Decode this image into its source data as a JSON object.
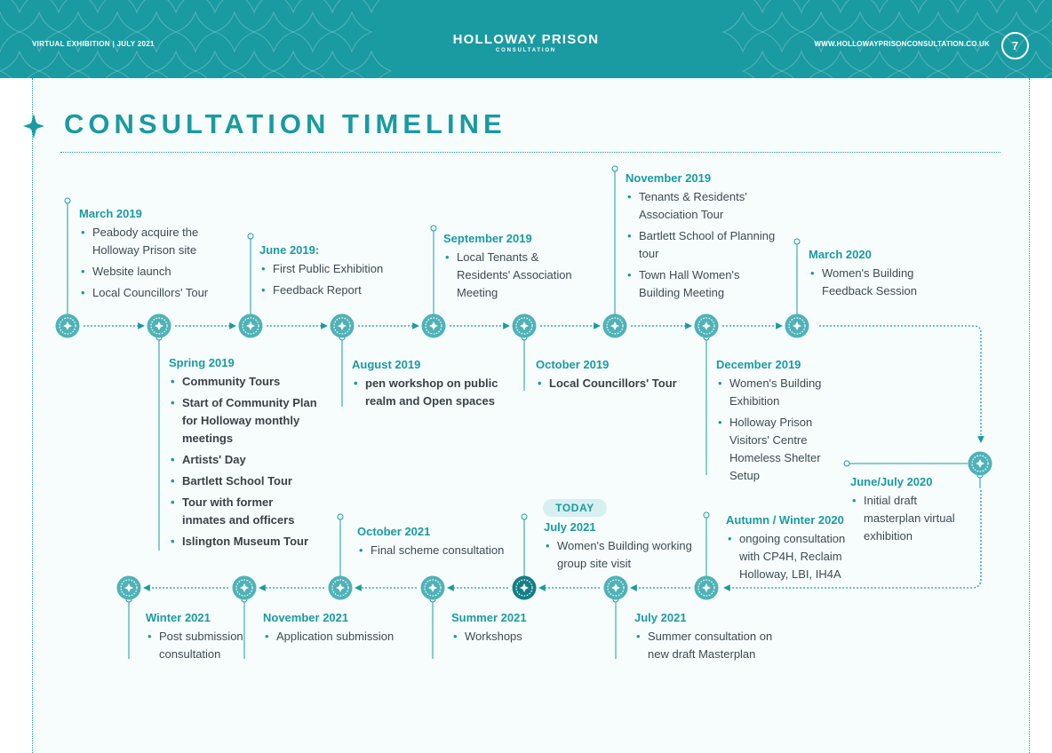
{
  "header": {
    "left": "VIRTUAL EXHIBITION  |  JULY 2021",
    "title": "HOLLOWAY PRISON",
    "subtitle": "CONSULTATION",
    "url": "WWW.HOLLOWAYPRISONCONSULTATION.CO.UK",
    "page_number": "7"
  },
  "page_title": "CONSULTATION TIMELINE",
  "today_label": "TODAY",
  "colors": {
    "accent": "#1a9aa1",
    "today_badge": "#d7eff0",
    "text": "#3d4a52"
  },
  "events": {
    "march2019": {
      "date": "March 2019",
      "items": [
        "Peabody acquire the Holloway Prison site",
        "Website launch",
        "Local Councillors' Tour"
      ]
    },
    "spring2019": {
      "date": "Spring 2019",
      "items": [
        "Community Tours",
        "Start of Community Plan for Holloway monthly meetings",
        "Artists' Day",
        "Bartlett School Tour",
        "Tour with former inmates and officers",
        "Islington Museum Tour"
      ]
    },
    "june2019": {
      "date": "June 2019:",
      "items": [
        "First Public Exhibition",
        "Feedback Report"
      ]
    },
    "august2019": {
      "date": "August 2019",
      "items": [
        "pen workshop on public realm and Open spaces"
      ]
    },
    "september2019": {
      "date": "September 2019",
      "items": [
        "Local Tenants & Residents' Association Meeting"
      ]
    },
    "october2019": {
      "date": "October 2019",
      "items": [
        "Local Councillors' Tour"
      ]
    },
    "november2019": {
      "date": "November 2019",
      "items": [
        "Tenants & Residents' Association Tour",
        "Bartlett School of Planning tour",
        "Town Hall Women's Building Meeting"
      ]
    },
    "december2019": {
      "date": "December 2019",
      "items": [
        "Women's Building Exhibition",
        "Holloway Prison Visitors' Centre Homeless Shelter Setup"
      ]
    },
    "march2020": {
      "date": "March 2020",
      "items": [
        "Women's Building Feedback Session"
      ]
    },
    "junejuly2020": {
      "date": "June/July 2020",
      "items": [
        "Initial draft masterplan virtual exhibition"
      ]
    },
    "autumn2020": {
      "date": "Autumn / Winter 2020",
      "items": [
        "ongoing consultation with CP4H, Reclaim Holloway, LBI, IH4A"
      ]
    },
    "july2021a": {
      "date": "July 2021",
      "items": [
        "Summer consultation on new draft Masterplan"
      ]
    },
    "july2021b": {
      "date": "July 2021",
      "items": [
        "Women's Building working group site visit"
      ]
    },
    "summer2021": {
      "date": "Summer 2021",
      "items": [
        "Workshops"
      ]
    },
    "october2021": {
      "date": "October 2021",
      "items": [
        "Final scheme consultation"
      ]
    },
    "november2021": {
      "date": "November 2021",
      "items": [
        "Application submission"
      ]
    },
    "winter2021": {
      "date": "Winter 2021",
      "items": [
        "Post submission consultation"
      ]
    }
  }
}
